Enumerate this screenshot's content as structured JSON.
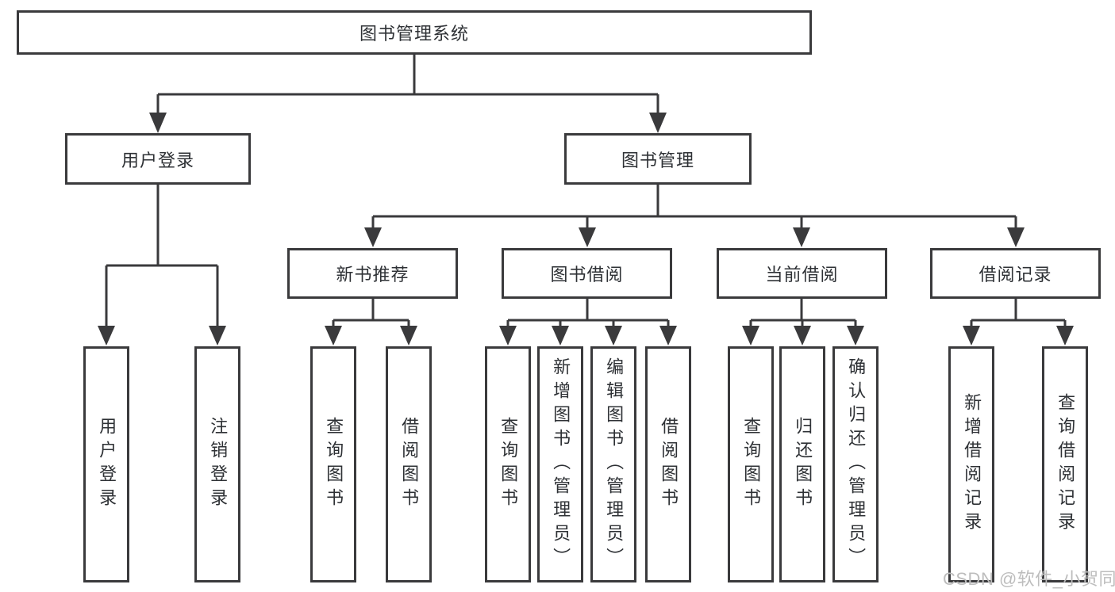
{
  "title": {
    "label": "图书管理系统"
  },
  "level2": [
    {
      "label": "用户登录"
    },
    {
      "label": "图书管理"
    }
  ],
  "level3": [
    {
      "label": "新书推荐"
    },
    {
      "label": "图书借阅"
    },
    {
      "label": "当前借阅"
    },
    {
      "label": "借阅记录"
    }
  ],
  "leaves": [
    {
      "label": "用户登录",
      "parent": "用户登录"
    },
    {
      "label": "注销登录",
      "parent": "用户登录"
    },
    {
      "label": "查询图书",
      "parent": "新书推荐"
    },
    {
      "label": "借阅图书",
      "parent": "新书推荐"
    },
    {
      "label": "查询图书",
      "parent": "图书借阅"
    },
    {
      "label": "新增图书（管理员）",
      "parent": "图书借阅"
    },
    {
      "label": "编辑图书（管理员）",
      "parent": "图书借阅"
    },
    {
      "label": "借阅图书",
      "parent": "图书借阅"
    },
    {
      "label": "查询图书",
      "parent": "当前借阅"
    },
    {
      "label": "归还图书",
      "parent": "当前借阅"
    },
    {
      "label": "确认归还（管理员）",
      "parent": "当前借阅"
    },
    {
      "label": "新增借阅记录",
      "parent": "借阅记录"
    },
    {
      "label": "查询借阅记录",
      "parent": "借阅记录"
    }
  ],
  "watermark": {
    "label": "CSDN @软件_小贺同学"
  },
  "colors": {
    "line": "#3a3a3c",
    "text": "#2e3135",
    "watermark": "#bdbdbd",
    "background": "#ffffff"
  }
}
